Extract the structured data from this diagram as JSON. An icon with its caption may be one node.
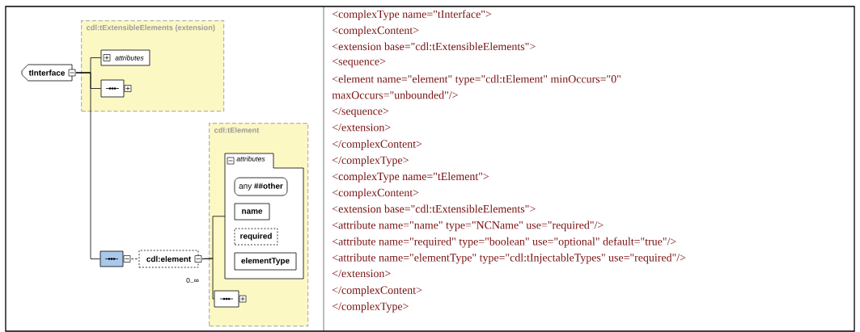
{
  "diagram": {
    "nodes": [
      {
        "text": [
          "cdl:tExtensibleElements (extension)"
        ]
      },
      {
        "text": [
          "tInterface"
        ]
      },
      {
        "text": [
          "attributes"
        ],
        "in": 0
      },
      {
        "text": [],
        "shape": "octagon",
        "in": 0
      },
      {
        "text": [],
        "shape": "octagon"
      },
      {
        "text": [
          "cdl:element"
        ],
        "beside": [
          "0..∞"
        ]
      },
      {
        "text": [
          "cdl:tElement"
        ]
      },
      {
        "text": [
          "attributes"
        ],
        "in": 6
      },
      {
        "text": [
          "any **##other**"
        ],
        "in": 7
      },
      {
        "text": [
          "name"
        ],
        "in": 7
      },
      {
        "text": [
          "required"
        ],
        "in": 7
      },
      {
        "text": [
          "elementType"
        ],
        "in": 7
      },
      {
        "text": [],
        "shape": "octagon",
        "in": 6
      }
    ],
    "edges": [
      {
        "from": 1,
        "to": 2,
        "arrow": "none"
      },
      {
        "from": 1,
        "to": 3,
        "arrow": "none"
      },
      {
        "from": 1,
        "to": 4,
        "arrow": "none"
      },
      {
        "from": 4,
        "to": 5,
        "arrow": "none",
        "style": "dashed"
      },
      {
        "from": 5,
        "to": 7,
        "arrow": "none"
      },
      {
        "from": 5,
        "to": 12,
        "arrow": "none"
      }
    ],
    "labels": [
      "<complexType name=\"tInterface\">",
      "<complexContent>",
      "<extension base=\"cdl:tExtensibleElements\">",
      "<sequence>",
      "<element name=\"element\" type=\"cdl:tElement\" minOccurs=\"0\" maxOccurs=\"unbounded\"/>",
      "</sequence>",
      "</extension>",
      "</complexContent>",
      "</complexType>",
      "<complexType name=\"tElement\">",
      "<complexContent>",
      "<extension base=\"cdl:tExtensibleElements\">",
      "<attribute name=\"name\" type=\"NCName\" use=\"required\"/>",
      "<attribute name=\"required\" type=\"boolean\" use=\"optional\" default=\"true\"/>",
      "<attribute name=\"elementType\" type=\"cdl:tInjectableTypes\" use=\"required\"/>",
      "</extension>",
      "</complexContent>",
      "</complexType>"
    ]
  }
}
